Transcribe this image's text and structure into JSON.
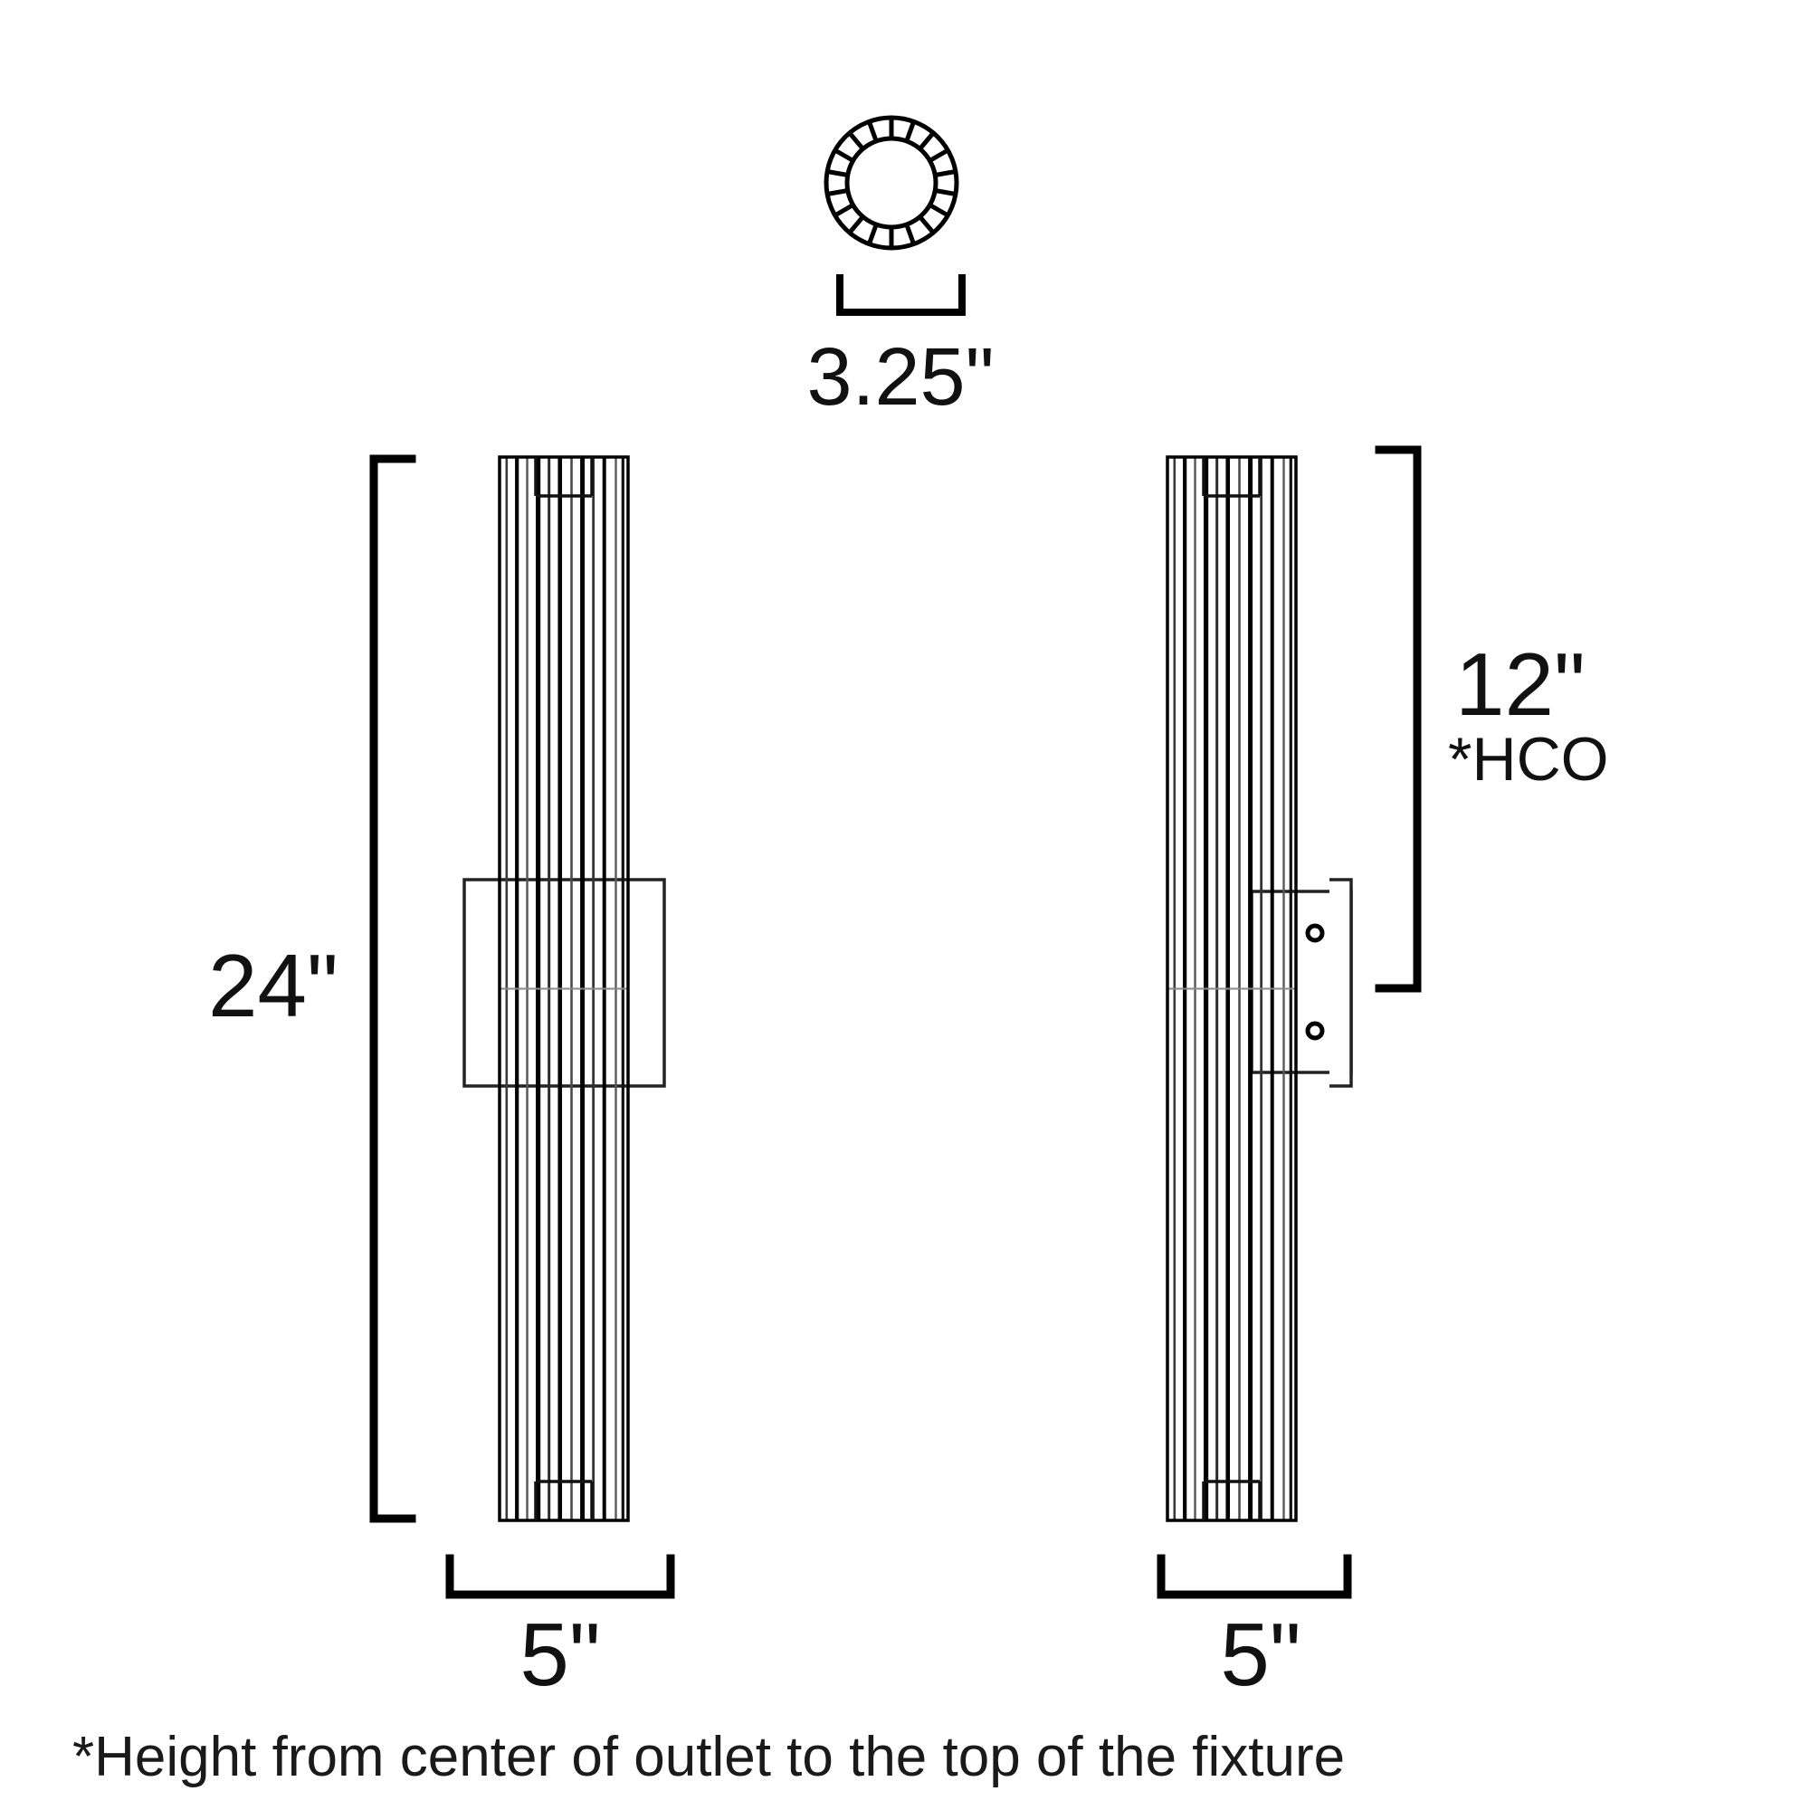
{
  "document": {
    "type": "product-dimension-drawing",
    "subject": "Linear slatted wall sconce — front elevation and side elevation",
    "background_color": "#ffffff",
    "line_color": "#000000"
  },
  "top_view": {
    "name": "round-slatted-end-cap-top-view",
    "shape": "annular ring with radial slats",
    "slat_count": 18,
    "dimension": {
      "label": "3.25\"",
      "value": 3.25,
      "unit": "inch",
      "orientation": "horizontal",
      "bracket_style": "square-ended"
    }
  },
  "front_view": {
    "name": "front-elevation",
    "fixture": {
      "slat_count": 9,
      "has_center_cap": true
    },
    "backplate": {
      "name": "rectangular-backplate",
      "shape": "rectangle"
    },
    "height_dimension": {
      "label": "24\"",
      "value": 24,
      "unit": "inch",
      "orientation": "vertical",
      "side": "left"
    },
    "width_dimension": {
      "label": "5\"",
      "value": 5,
      "unit": "inch",
      "orientation": "horizontal",
      "side": "bottom"
    }
  },
  "side_view": {
    "name": "side-elevation",
    "fixture": {
      "slat_count": 9,
      "has_center_cap": true
    },
    "mounting_bracket": {
      "name": "wall-mount-bracket",
      "screw_count": 2
    },
    "height_dimension": {
      "label": "12\"",
      "sublabel": "*HCO",
      "value": 12,
      "unit": "inch",
      "orientation": "vertical",
      "side": "right"
    },
    "width_dimension": {
      "label": "5\"",
      "value": 5,
      "unit": "inch",
      "orientation": "horizontal",
      "side": "bottom"
    }
  },
  "footnote": {
    "text": "*Height from center of outlet to the top of the fixture"
  }
}
